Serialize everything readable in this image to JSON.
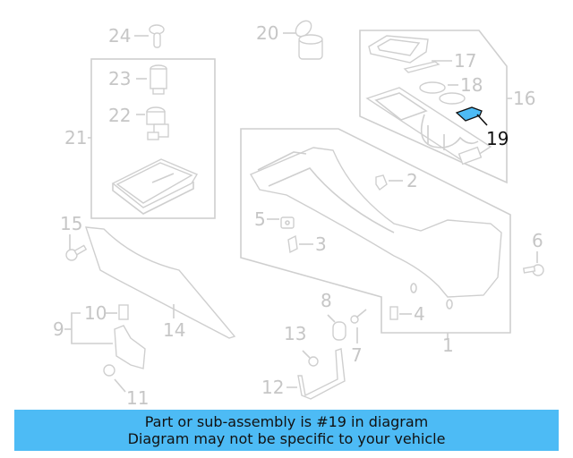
{
  "diagram": {
    "highlighted_part": "19",
    "highlight_color": "#4dbbf5",
    "callouts": [
      {
        "id": "1",
        "label": "1"
      },
      {
        "id": "2",
        "label": "2"
      },
      {
        "id": "3",
        "label": "3"
      },
      {
        "id": "4",
        "label": "4"
      },
      {
        "id": "5",
        "label": "5"
      },
      {
        "id": "6",
        "label": "6"
      },
      {
        "id": "7",
        "label": "7"
      },
      {
        "id": "8",
        "label": "8"
      },
      {
        "id": "9",
        "label": "9"
      },
      {
        "id": "10",
        "label": "10"
      },
      {
        "id": "11",
        "label": "11"
      },
      {
        "id": "12",
        "label": "12"
      },
      {
        "id": "13",
        "label": "13"
      },
      {
        "id": "14",
        "label": "14"
      },
      {
        "id": "15",
        "label": "15"
      },
      {
        "id": "16",
        "label": "16"
      },
      {
        "id": "17",
        "label": "17"
      },
      {
        "id": "18",
        "label": "18"
      },
      {
        "id": "19",
        "label": "19"
      },
      {
        "id": "20",
        "label": "20"
      },
      {
        "id": "21",
        "label": "21"
      },
      {
        "id": "22",
        "label": "22"
      },
      {
        "id": "23",
        "label": "23"
      },
      {
        "id": "24",
        "label": "24"
      }
    ]
  },
  "banner": {
    "line1": "Part or sub-assembly is #19 in diagram",
    "line2": "Diagram may not be specific to your vehicle",
    "background": "#4dbbf5"
  }
}
